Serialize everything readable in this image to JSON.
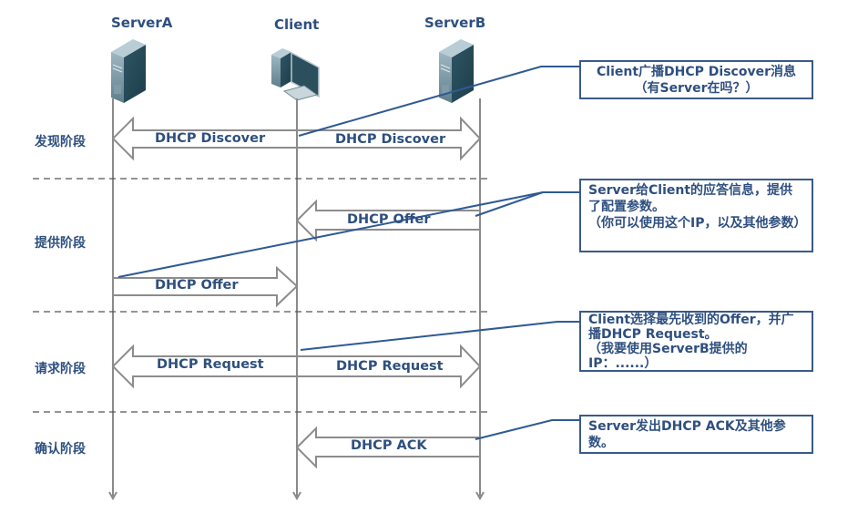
{
  "nodes": [
    {
      "id": "serverA",
      "label": "ServerA",
      "icon": "server-tower-icon"
    },
    {
      "id": "client",
      "label": "Client",
      "icon": "desktop-computer-icon"
    },
    {
      "id": "serverB",
      "label": "ServerB",
      "icon": "server-tower-icon"
    }
  ],
  "phases": [
    {
      "label": "发现阶段"
    },
    {
      "label": "提供阶段"
    },
    {
      "label": "请求阶段"
    },
    {
      "label": "确认阶段"
    }
  ],
  "messages": [
    {
      "label_left": "DHCP Discover",
      "label_right": "DHCP Discover",
      "from": "client",
      "to": [
        "serverA",
        "serverB"
      ],
      "type": "broadcast"
    },
    {
      "label": "DHCP Offer",
      "from": "serverB",
      "to": "client"
    },
    {
      "label": "DHCP Offer",
      "from": "serverA",
      "to": "client"
    },
    {
      "label_left": "DHCP Request",
      "label_right": "DHCP Request",
      "from": "client",
      "to": [
        "serverA",
        "serverB"
      ],
      "type": "broadcast"
    },
    {
      "label": "DHCP ACK",
      "from": "serverB",
      "to": "client"
    }
  ],
  "callouts": [
    {
      "lines": [
        "Client广播DHCP Discover消息",
        "（有Server在吗？）"
      ]
    },
    {
      "lines": [
        "Server给Client的应答信息，提供了配置参数。",
        "（你可以使用这个IP，以及其他参数）"
      ]
    },
    {
      "lines": [
        "Client选择最先收到的Offer，并广播DHCP Request。",
        "（我要使用ServerB提供的IP：......）"
      ]
    },
    {
      "lines": [
        "Server发出DHCP ACK及其他参数。"
      ]
    }
  ],
  "colors": {
    "text": "#2e4f7f",
    "leader": "#2f5a94",
    "lifeline": "#8a8a8a",
    "arrow_stroke": "#8c8c8c",
    "separator": "#555555"
  }
}
